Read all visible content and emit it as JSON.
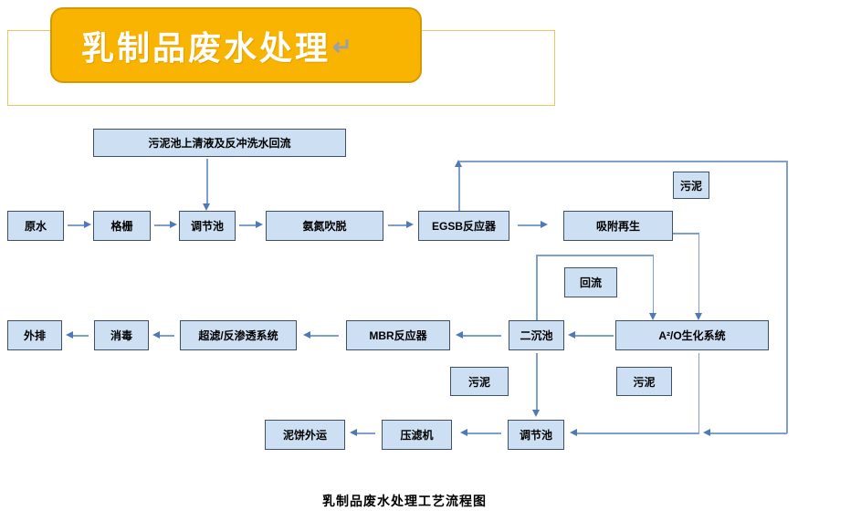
{
  "title": {
    "text": "乳制品废水处理",
    "return_mark": "↵"
  },
  "caption": "乳制品废水处理工艺流程图",
  "colors": {
    "title_fill": "#F9B301",
    "title_border": "#D69802",
    "frame_border": "#E9C75F",
    "node_fill": "#CDDFF2",
    "node_border": "#3D5068",
    "connector": "#7D9FCE",
    "arrowhead": "#4E79B7"
  },
  "nodes": {
    "supernatant_return": "污泥池上清液及反冲洗水回流",
    "raw_water": "原水",
    "grille": "格栅",
    "equalization_tank_1": "调节池",
    "ammonia_stripping": "氨氮吹脱",
    "egsb_reactor": "EGSB反应器",
    "adsorption_regeneration": "吸附再生",
    "sludge_top": "污泥",
    "reflux": "回流",
    "discharge": "外排",
    "disinfection": "消毒",
    "uf_ro_system": "超滤/反渗透系统",
    "mbr_reactor": "MBR反应器",
    "secondary_clarifier": "二沉池",
    "aao_system": "A²/O生化系统",
    "sludge_left": "污泥",
    "sludge_right": "污泥",
    "sludge_cake_out": "泥饼外运",
    "filter_press": "压滤机",
    "equalization_tank_2": "调节池"
  }
}
